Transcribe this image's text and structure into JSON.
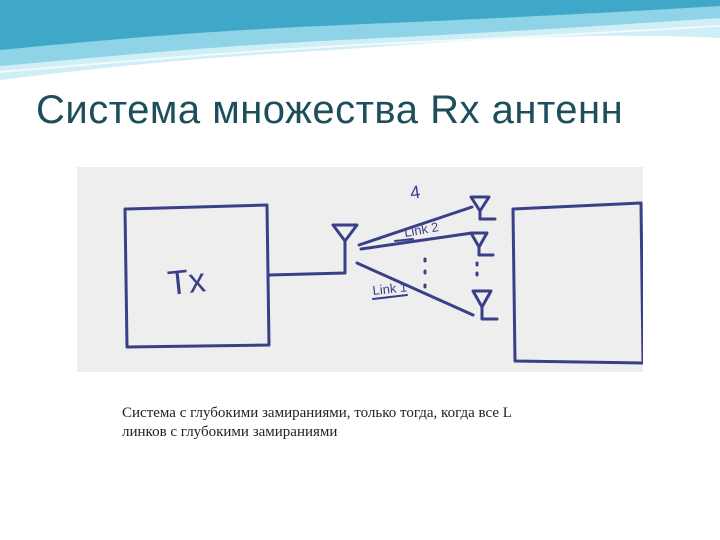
{
  "slide": {
    "title": "Система множества Rx антенн",
    "diagram": {
      "tx_label": "Tx",
      "count_label": "4",
      "link_label_upper": "Link 2",
      "link_label_lower": "Link 1"
    },
    "caption": {
      "line1": "Система с глубокими замираниями, только тогда, когда все L",
      "line2": "линков с глубокими замираниями"
    }
  },
  "colors": {
    "wave_light": "#cfeef6",
    "wave_mid": "#8fd3e6",
    "wave_dark": "#3fa8c8",
    "title": "#1d4e5c",
    "sketch_bg": "#eeeeee",
    "ink": "#3a3f8a"
  }
}
